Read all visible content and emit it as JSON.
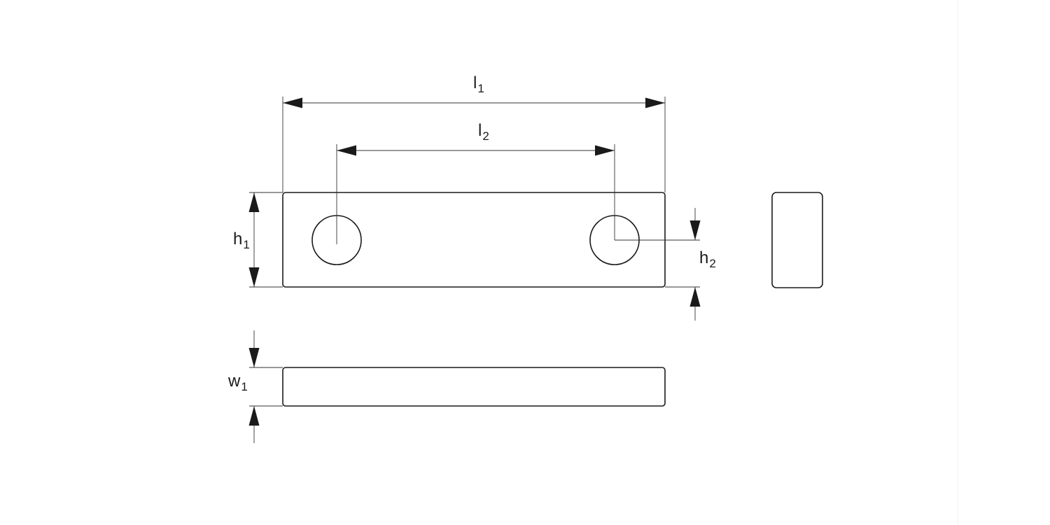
{
  "dimensions": {
    "l1": {
      "base": "l",
      "sub": "1"
    },
    "l2": {
      "base": "l",
      "sub": "2"
    },
    "h1": {
      "base": "h",
      "sub": "1"
    },
    "h2": {
      "base": "h",
      "sub": "2"
    },
    "w1": {
      "base": "w",
      "sub": "1"
    }
  },
  "colors": {
    "line": "#1a1a1a",
    "background": "#ffffff"
  }
}
